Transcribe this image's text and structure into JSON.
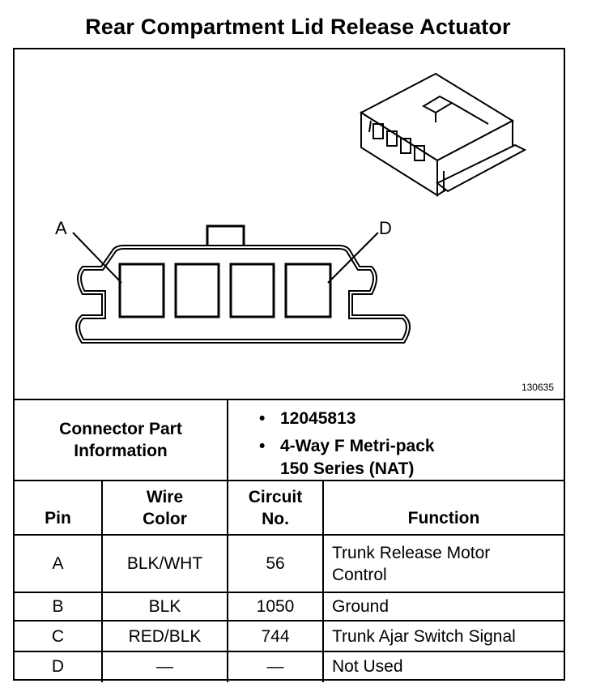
{
  "title": "Rear Compartment Lid Release Actuator",
  "diagram": {
    "figure_id": "130635",
    "pin_label_a": "A",
    "pin_label_d": "D"
  },
  "connector_info": {
    "label": "Connector Part Information",
    "bullet": "•",
    "part_number": "12045813",
    "description_line1": "4-Way F Metri-pack",
    "description_line2": "150 Series (NAT)"
  },
  "table": {
    "headers": {
      "pin": "Pin",
      "wire_color": "Wire Color",
      "circuit_no": "Circuit No.",
      "function": "Function"
    },
    "rows": [
      {
        "pin": "A",
        "wire_color": "BLK/WHT",
        "circuit": "56",
        "function": "Trunk Release Motor Control"
      },
      {
        "pin": "B",
        "wire_color": "BLK",
        "circuit": "1050",
        "function": "Ground"
      },
      {
        "pin": "C",
        "wire_color": "RED/BLK",
        "circuit": "744",
        "function": "Trunk Ajar Switch Signal"
      },
      {
        "pin": "D",
        "wire_color": "—",
        "circuit": "—",
        "function": "Not Used"
      }
    ]
  }
}
